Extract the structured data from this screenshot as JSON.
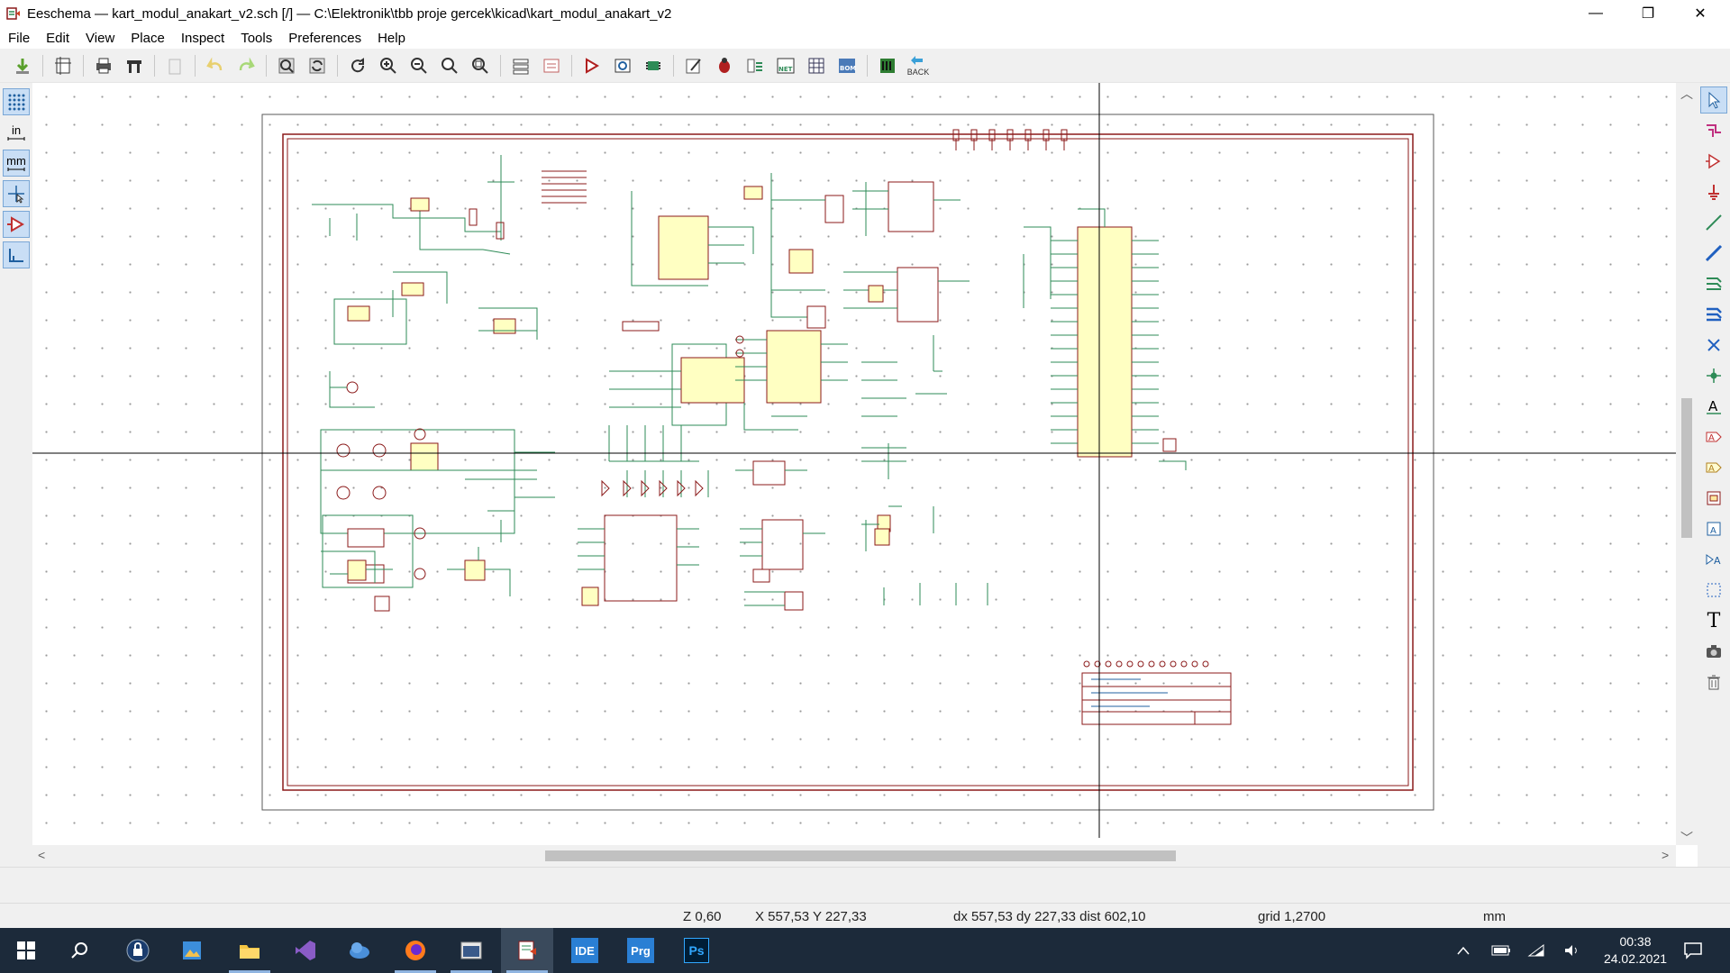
{
  "window": {
    "title": "Eeschema — kart_modul_anakart_v2.sch [/] — C:\\Elektronik\\tbb proje gercek\\kicad\\kart_modul_anakart_v2",
    "minimize": "—",
    "restore": "❐",
    "close": "✕"
  },
  "menu": {
    "items": [
      {
        "label": "File"
      },
      {
        "label": "Edit"
      },
      {
        "label": "View"
      },
      {
        "label": "Place"
      },
      {
        "label": "Inspect"
      },
      {
        "label": "Tools"
      },
      {
        "label": "Preferences"
      },
      {
        "label": "Help"
      }
    ]
  },
  "toolbar": {
    "back_label": "BACK"
  },
  "left_tools": {
    "units_in": "in",
    "units_mm": "mm"
  },
  "right_tools": {
    "text_tool_glyph": "T",
    "label_tool_glyph": "A"
  },
  "status": {
    "zoom": "Z 0,60",
    "cursor": "X 557,53  Y 227,33",
    "delta": "dx 557,53  dy 227,33  dist 602,10",
    "grid": "grid 1,2700",
    "units": "mm"
  },
  "taskbar": {
    "apps": [
      {
        "name": "IDE"
      },
      {
        "name": "Prg"
      },
      {
        "name": "Ps"
      }
    ],
    "time": "00:38",
    "date": "24.02.2021"
  },
  "colors": {
    "sheet_border": "#8b1a1a",
    "wire": "#2e8b57",
    "component_body": "#ffffc2",
    "component_outline": "#8b1a1a",
    "accent_select": "#c9def5",
    "taskbar_bg": "#1c2a3a"
  }
}
